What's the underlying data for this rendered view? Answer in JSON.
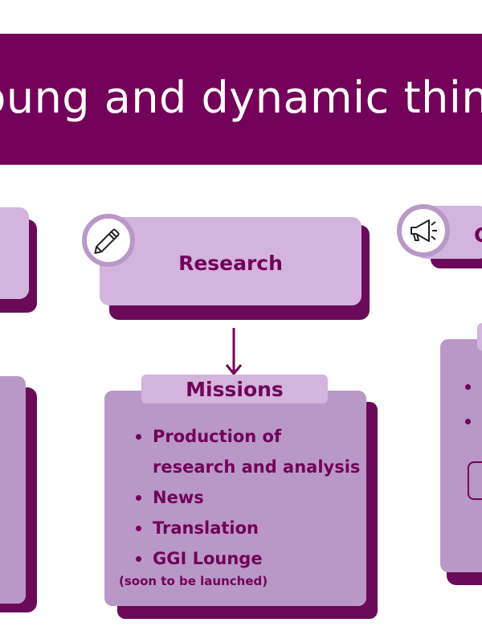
{
  "title": {
    "text": "Young and dynamic think tank"
  },
  "colors": {
    "brand": "#730059",
    "light": "#d3b4de",
    "mid": "#b998c8",
    "text": "#730059"
  },
  "research_card": {
    "label": "Research",
    "icon": "pencil-icon"
  },
  "missions": {
    "tab_label": "Missions",
    "items": [
      "Production of",
      "research and analysis",
      "News",
      "Translation",
      "GGI Lounge"
    ],
    "note": "(soon to be launched)"
  },
  "right_card": {
    "label": "C",
    "icon": "megaphone-icon"
  }
}
